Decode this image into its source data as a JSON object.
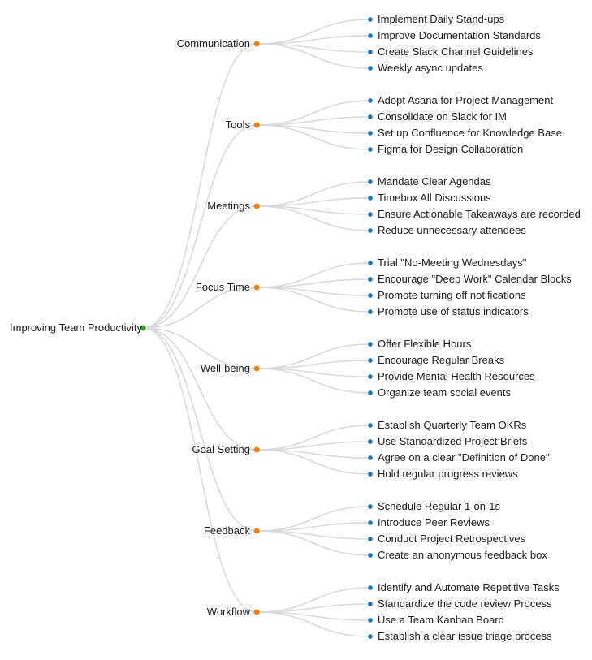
{
  "mindmap": {
    "root": {
      "label": "Improving Team Productivity"
    },
    "colors": {
      "root_dot": "#2ca02c",
      "branch_dot": "#ff7f0e",
      "leaf_dot": "#1f77b4",
      "link": "#d8d8d8",
      "text": "#212121"
    },
    "branches": [
      {
        "label": "Communication",
        "children": [
          "Implement Daily Stand-ups",
          "Improve Documentation Standards",
          "Create Slack Channel Guidelines",
          "Weekly async updates"
        ]
      },
      {
        "label": "Tools",
        "children": [
          "Adopt Asana for Project Management",
          "Consolidate on Slack for IM",
          "Set up Confluence for Knowledge Base",
          "Figma for Design Collaboration"
        ]
      },
      {
        "label": "Meetings",
        "children": [
          "Mandate Clear Agendas",
          "Timebox All Discussions",
          "Ensure Actionable Takeaways are recorded",
          "Reduce unnecessary attendees"
        ]
      },
      {
        "label": "Focus Time",
        "children": [
          "Trial \"No-Meeting Wednesdays\"",
          "Encourage \"Deep Work\" Calendar Blocks",
          "Promote turning off notifications",
          "Promote use of status indicators"
        ]
      },
      {
        "label": "Well-being",
        "children": [
          "Offer Flexible Hours",
          "Encourage Regular Breaks",
          "Provide Mental Health Resources",
          "Organize team social events"
        ]
      },
      {
        "label": "Goal Setting",
        "children": [
          "Establish Quarterly Team OKRs",
          "Use Standardized Project Briefs",
          "Agree on a clear \"Definition of Done\"",
          "Hold regular progress reviews"
        ]
      },
      {
        "label": "Feedback",
        "children": [
          "Schedule Regular 1-on-1s",
          "Introduce Peer Reviews",
          "Conduct Project Retrospectives",
          "Create an anonymous feedback box"
        ]
      },
      {
        "label": "Workflow",
        "children": [
          "Identify and Automate Repetitive Tasks",
          "Standardize the code review Process",
          "Use a Team Kanban Board",
          "Establish a clear issue triage process"
        ]
      }
    ]
  }
}
